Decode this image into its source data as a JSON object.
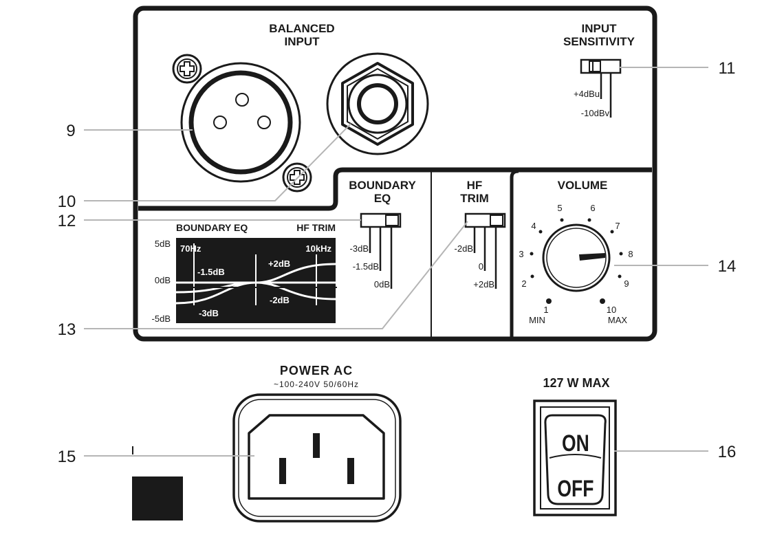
{
  "panel": {
    "balanced_input": [
      "BALANCED",
      "INPUT"
    ],
    "input_sensitivity": [
      "INPUT",
      "SENSITIVITY"
    ],
    "sens_plus": "+4dBu",
    "sens_minus": "-10dBv",
    "boundary_eq_title": [
      "BOUNDARY",
      "EQ"
    ],
    "boundary_eq_options": [
      "-3dB",
      "-1.5dB",
      "0dB"
    ],
    "hf_trim_title": [
      "HF",
      "TRIM"
    ],
    "hf_trim_options": [
      "-2dB",
      "0",
      "+2dB"
    ],
    "volume_title": "VOLUME",
    "volume_marks": [
      "1",
      "2",
      "3",
      "4",
      "5",
      "6",
      "7",
      "8",
      "9",
      "10"
    ],
    "volume_min": "MIN",
    "volume_max": "MAX"
  },
  "graph": {
    "title_left": "BOUNDARY EQ",
    "title_right": "HF TRIM",
    "y_labels": [
      "5dB",
      "0dB",
      "-5dB"
    ],
    "freq_left": "70Hz",
    "freq_right": "10kHz",
    "labels": {
      "m15": "-1.5dB",
      "m3": "-3dB",
      "p2": "+2dB",
      "m2": "-2dB"
    }
  },
  "power": {
    "title": "POWER AC",
    "subtitle": "~100-240V 50/60Hz"
  },
  "switch": {
    "title": "127 W MAX",
    "on": "ON",
    "off": "OFF"
  },
  "callouts": [
    "9",
    "10",
    "11",
    "12",
    "13",
    "14",
    "15",
    "16"
  ],
  "colors": {
    "ink": "#1a1a1a",
    "leader": "#b5b5b5",
    "graph_bg": "#1a1a1a"
  }
}
